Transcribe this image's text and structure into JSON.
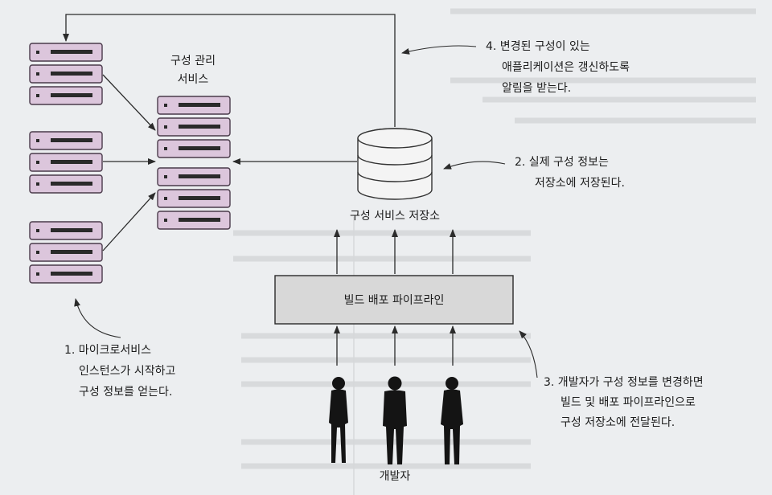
{
  "config_service": {
    "label_line1": "구성 관리",
    "label_line2": "서비스"
  },
  "repository": {
    "label": "구성 서비스 저장소"
  },
  "pipeline": {
    "label": "빌드 배포 파이프라인"
  },
  "developers": {
    "label": "개발자"
  },
  "annotations": {
    "step1": {
      "line1": "1. 마이크로서비스",
      "line2": "인스턴스가 시작하고",
      "line3": "구성 정보를 얻는다."
    },
    "step2": {
      "line1": "2. 실제 구성 정보는",
      "line2": "저장소에 저장된다."
    },
    "step3": {
      "line1": "3. 개발자가 구성 정보를 변경하면",
      "line2": "빌드 및 배포 파이프라인으로",
      "line3": "구성 저장소에 전달된다."
    },
    "step4": {
      "line1": "4. 변경된 구성이 있는",
      "line2": "애플리케이션은 갱신하도록",
      "line3": "알림을 받는다."
    }
  },
  "colors": {
    "server_fill": "#dcc6dc",
    "server_stroke": "#4a3a4a",
    "background": "#eceef0"
  },
  "icons": {
    "server": "server-rack-icon",
    "database": "database-icon",
    "person": "person-silhouette-icon"
  }
}
